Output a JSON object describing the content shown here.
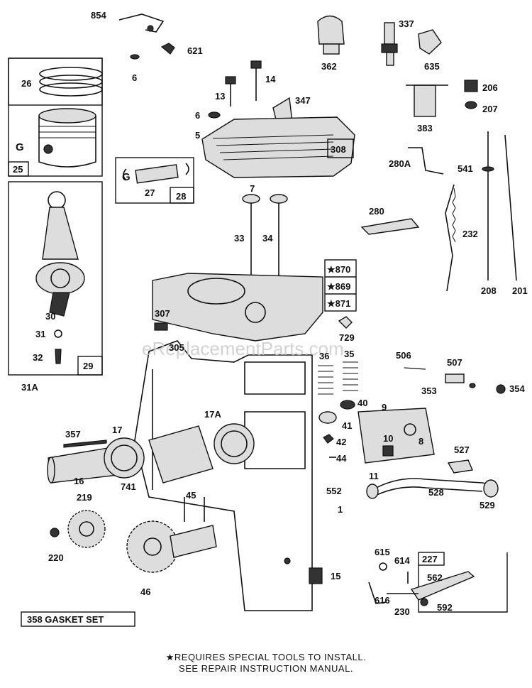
{
  "labels": {
    "p854": "854",
    "p621": "621",
    "p6a": "6",
    "p337": "337",
    "p635": "635",
    "p362": "362",
    "p26": "26",
    "p25": "25",
    "pG1": "G",
    "p14": "14",
    "p13": "13",
    "p347": "347",
    "p206": "206",
    "p207": "207",
    "p383": "383",
    "p6b": "6",
    "p5": "5",
    "p308": "308",
    "p280A": "280A",
    "p541": "541",
    "pG2": "G",
    "p27": "27",
    "p28": "28",
    "p7": "7",
    "p280": "280",
    "p232": "232",
    "p33": "33",
    "p34": "34",
    "p870": "★870",
    "p869": "★869",
    "p871": "★871",
    "p208": "208",
    "p201": "201",
    "p307": "307",
    "p729": "729",
    "p30": "30",
    "p31": "31",
    "p32": "32",
    "p29": "29",
    "p305": "305",
    "p36": "36",
    "p35": "35",
    "p506": "506",
    "p507": "507",
    "p31A": "31A",
    "p353": "353",
    "p354": "354",
    "p40": "40",
    "p9": "9",
    "p17A": "17A",
    "p41": "41",
    "p357": "357",
    "p17": "17",
    "p42": "42",
    "p10": "10",
    "p8": "8",
    "p44": "44",
    "p527": "527",
    "p16": "16",
    "p741": "741",
    "p11": "11",
    "p552": "552",
    "p1": "1",
    "p528": "528",
    "p529": "529",
    "p219": "219",
    "p45": "45",
    "p220": "220",
    "p615": "615",
    "p614": "614",
    "p227": "227",
    "p562": "562",
    "p15": "15",
    "p616": "616",
    "p46": "46",
    "p230": "230",
    "p592": "592"
  },
  "gasket_set": "358 GASKET SET",
  "watermark": "eReplacementParts.com",
  "footnote": {
    "line1": "★REQUIRES SPECIAL TOOLS TO INSTALL.",
    "line2": "SEE REPAIR INSTRUCTION MANUAL."
  }
}
